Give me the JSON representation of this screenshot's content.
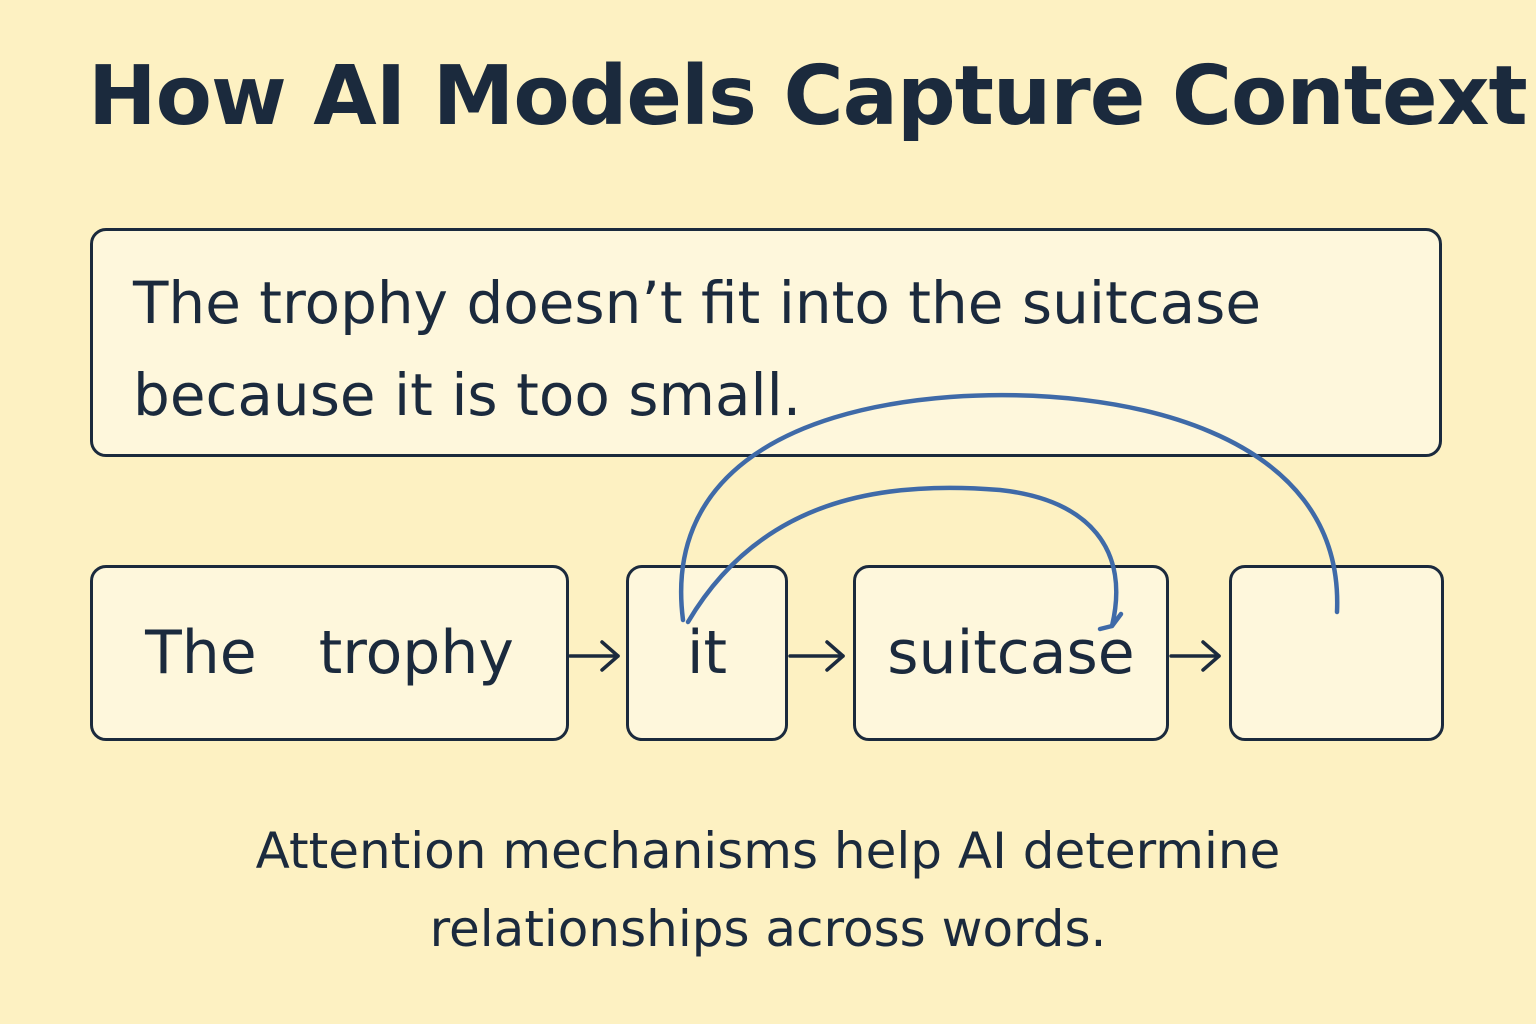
{
  "title": "How AI Models Capture Context",
  "sentence": {
    "line1": "The trophy doesn’t fit into the suitcase",
    "line2": "because it is too small."
  },
  "tokens": {
    "the": "The",
    "trophy": "trophy",
    "it": "it",
    "suitcase": "suitcase",
    "empty": ""
  },
  "caption": {
    "line1": "Attention mechanisms help AI determine",
    "line2": "relationships across words."
  },
  "colors": {
    "background": "#fdf1c2",
    "box_fill": "#fef7dc",
    "ink": "#1b2a3d",
    "attention_arrow": "#3f6aa8"
  },
  "icons": {
    "flow_arrow": "right-arrow-icon",
    "attention_link": "curved-arrow-icon"
  }
}
